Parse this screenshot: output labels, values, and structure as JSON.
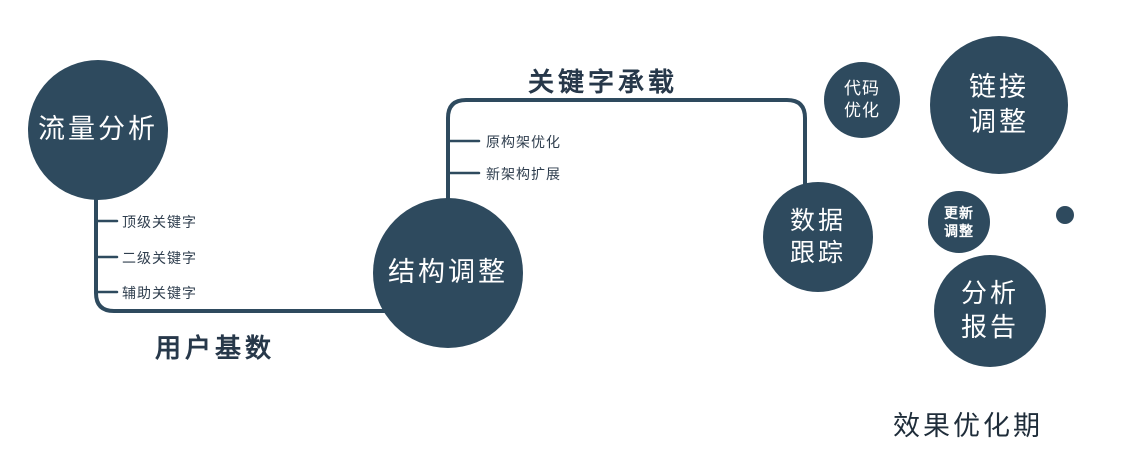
{
  "colors": {
    "primary": "#2E4A5E",
    "background": "#ffffff",
    "node_text": "#ffffff",
    "label_text": "#27384a"
  },
  "nodes": {
    "traffic_analysis": {
      "label": "流量分析"
    },
    "structure_adjustment": {
      "label": "结构调整"
    },
    "data_tracking": {
      "line1": "数据",
      "line2": "跟踪"
    },
    "code_optimization": {
      "line1": "代码",
      "line2": "优化"
    },
    "link_adjustment": {
      "line1": "链接",
      "line2": "调整"
    },
    "update_adjustment": {
      "line1": "更新",
      "line2": "调整"
    },
    "analysis_report": {
      "line1": "分析",
      "line2": "报告"
    }
  },
  "edge_labels": {
    "user_base": "用户基数",
    "keyword_carrying": "关键字承载"
  },
  "branch_labels": {
    "traffic": [
      "顶级关键字",
      "二级关键字",
      "辅助关键字"
    ],
    "structure": [
      "原构架优化",
      "新架构扩展"
    ]
  },
  "footer": {
    "label": "效果优化期"
  }
}
